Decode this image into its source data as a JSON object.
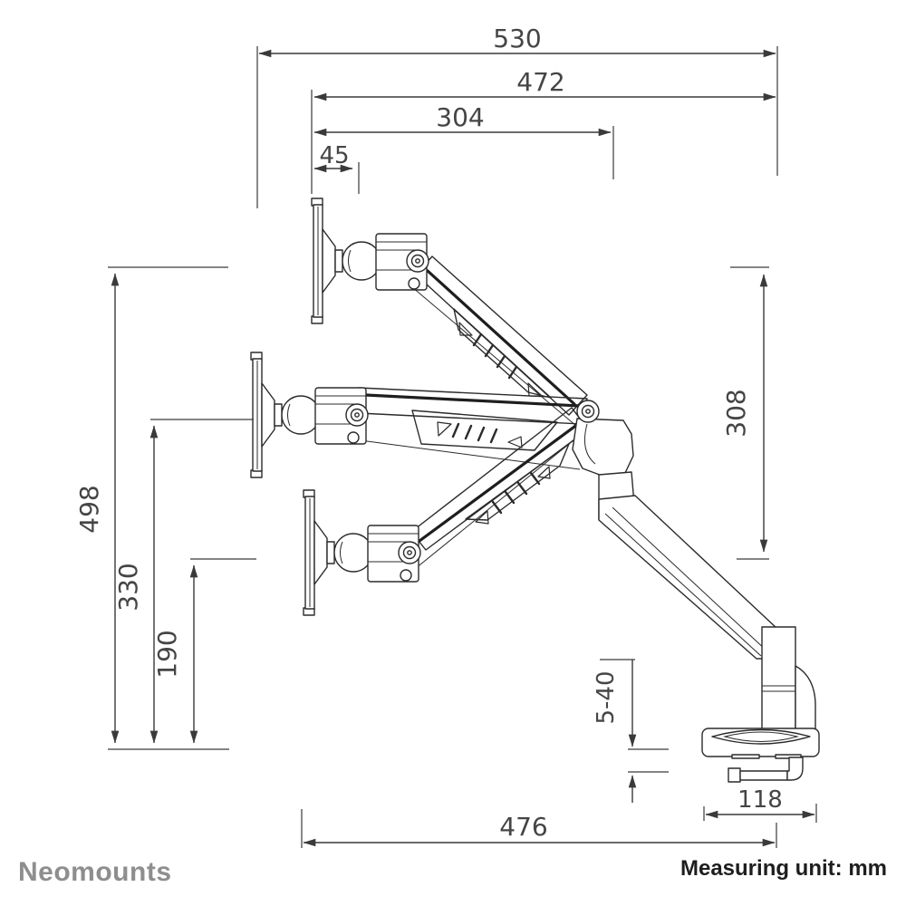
{
  "drawing": {
    "type": "technical-dimension-drawing",
    "subject": "desk monitor arm side view, three arm positions"
  },
  "dimensions": {
    "d530": "530",
    "d472": "472",
    "d304": "304",
    "d45": "45",
    "d498": "498",
    "d330": "330",
    "d190": "190",
    "d308": "308",
    "d5_40": "5-40",
    "d118": "118",
    "d476": "476"
  },
  "footer": {
    "brand": "Neomounts",
    "note": "Measuring unit: mm"
  },
  "colors": {
    "background": "#ffffff",
    "drawing_line": "#2b2b2b",
    "dimension_line": "#3a3a3a",
    "dimension_text": "#454545",
    "brand_text": "#8e8e8e",
    "note_text": "#1e1e1e"
  }
}
